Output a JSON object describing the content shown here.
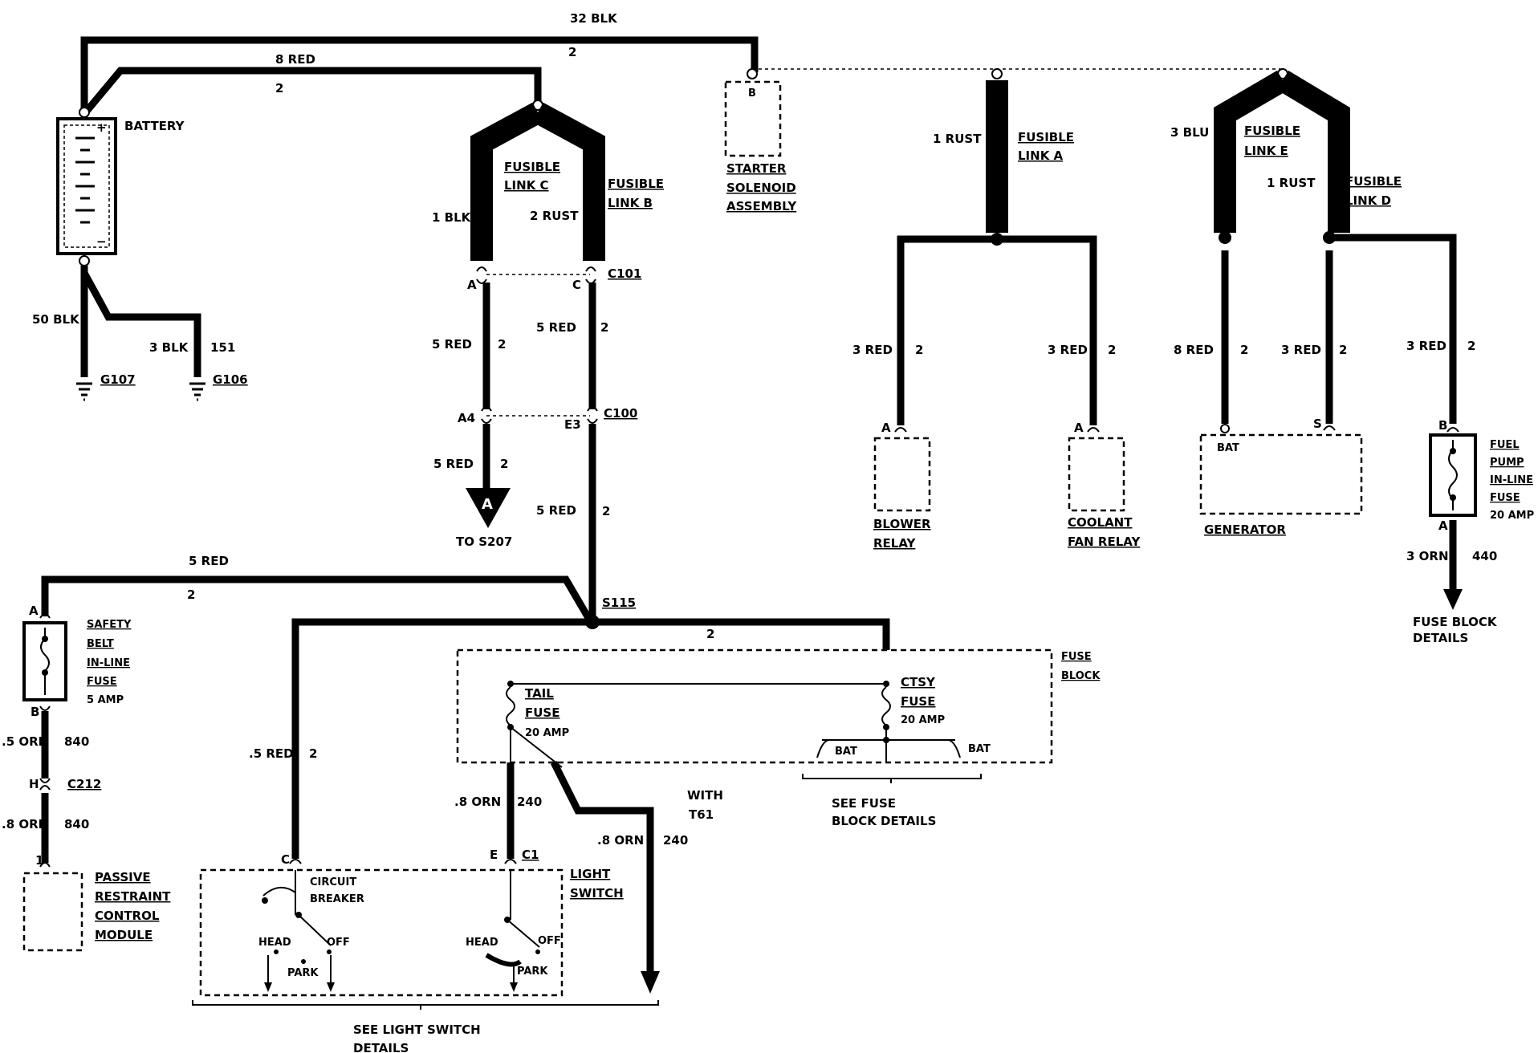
{
  "top": {
    "wire32": "32 BLK",
    "wire32_circuit": "2",
    "wire8": "8 RED",
    "wire8_circuit": "2"
  },
  "battery": {
    "label": "BATTERY",
    "plus": "+",
    "minus": "−"
  },
  "grounds": {
    "w50": "50 BLK",
    "w3": "3 BLK",
    "c151": "151",
    "g107": "G107",
    "g106": "G106"
  },
  "fusible_c": {
    "l1": "FUSIBLE",
    "l2": "LINK C",
    "wire": "1 BLK"
  },
  "fusible_b": {
    "l1": "FUSIBLE",
    "l2": "LINK B",
    "wire": "2 RUST"
  },
  "c101": {
    "name": "C101",
    "pinA": "A",
    "pinC": "C"
  },
  "left_run": {
    "w1": "5 RED",
    "c1": "2",
    "w2": "5 RED",
    "c2": "2",
    "w3": "5 RED",
    "c3": "2",
    "w4": "5 RED",
    "c4": "2"
  },
  "c100": {
    "name": "C100",
    "pinA4": "A4",
    "pinE3": "E3"
  },
  "arrow_a": {
    "letter": "A",
    "label": "TO S207"
  },
  "starter": {
    "pin": "B",
    "l1": "STARTER",
    "l2": "SOLENOID",
    "l3": "ASSEMBLY"
  },
  "fusible_a": {
    "wire": "1 RUST",
    "l1": "FUSIBLE",
    "l2": "LINK A"
  },
  "blower": {
    "wire": "3 RED",
    "circuit": "2",
    "pin": "A",
    "l1": "BLOWER",
    "l2": "RELAY"
  },
  "coolant": {
    "wire": "3 RED",
    "circuit": "2",
    "pin": "A",
    "l1": "COOLANT",
    "l2": "FAN RELAY"
  },
  "fusible_e": {
    "wire": "3 BLU",
    "l1": "FUSIBLE",
    "l2": "LINK E"
  },
  "fusible_d": {
    "wire": "1 RUST",
    "l1": "FUSIBLE",
    "l2": "LINK D"
  },
  "generator": {
    "w1": "8 RED",
    "c1": "2",
    "w2": "3 RED",
    "c2": "2",
    "bat": "BAT",
    "s": "S",
    "label": "GENERATOR"
  },
  "fuel_pump": {
    "wire": "3 RED",
    "circuit": "2",
    "pinB": "B",
    "pinA": "A",
    "l1": "FUEL",
    "l2": "PUMP",
    "l3": "IN-LINE",
    "l4": "FUSE",
    "l5": "20 AMP",
    "out_wire": "3 ORN",
    "out_circuit": "440",
    "d1": "FUSE BLOCK",
    "d2": "DETAILS"
  },
  "safety": {
    "wire": "5 RED",
    "circuit": "2",
    "pinA": "A",
    "pinB": "B",
    "l1": "SAFETY",
    "l2": "BELT",
    "l3": "IN-LINE",
    "l4": "FUSE",
    "l5": "5 AMP"
  },
  "c212": {
    "name": "C212",
    "pin": "H",
    "w1": ".5 ORN",
    "c1": "840",
    "w2": ".8 ORN",
    "c2": "840"
  },
  "passive": {
    "pin": "1",
    "l1": "PASSIVE",
    "l2": "RESTRAINT",
    "l3": "CONTROL",
    "l4": "MODULE"
  },
  "s115": {
    "name": "S115",
    "circuit": "2"
  },
  "fuse_block": {
    "l1": "FUSE",
    "l2": "BLOCK",
    "tail1": "TAIL",
    "tail2": "FUSE",
    "tail3": "20 AMP",
    "ctsy1": "CTSY",
    "ctsy2": "FUSE",
    "ctsy3": "20 AMP",
    "bat1": "BAT",
    "bat2": "BAT",
    "d1": "SEE FUSE",
    "d2": "BLOCK DETAILS"
  },
  "light": {
    "w_c": ".5 RED",
    "c_c": "2",
    "w_e": ".8 ORN",
    "c_e": "240",
    "with1": "WITH",
    "with2": "T61",
    "w_r": ".8 ORN",
    "c_r": "240",
    "pinC": "C",
    "pinE": "E",
    "c1": "C1",
    "cb1": "CIRCUIT",
    "cb2": "BREAKER",
    "l1": "LIGHT",
    "l2": "SWITCH",
    "head1": "HEAD",
    "off1": "OFF",
    "park1": "PARK",
    "head2": "HEAD",
    "off2": "OFF",
    "park2": "PARK",
    "d1": "SEE LIGHT SWITCH",
    "d2": "DETAILS"
  }
}
